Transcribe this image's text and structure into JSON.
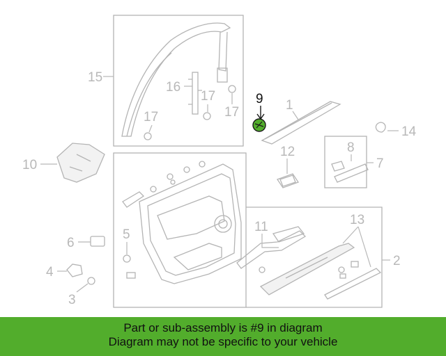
{
  "diagram": {
    "highlight_color": "#52ad2c",
    "callouts": {
      "c1": "1",
      "c2": "2",
      "c3": "3",
      "c4": "4",
      "c5": "5",
      "c6": "6",
      "c7": "7",
      "c8": "8",
      "c9": "9",
      "c10": "10",
      "c11": "11",
      "c12": "12",
      "c13": "13",
      "c14": "14",
      "c15": "15",
      "c16": "16",
      "c17a": "17",
      "c17b": "17",
      "c17c": "17"
    }
  },
  "banner": {
    "line1": "Part or sub-assembly is #9 in diagram",
    "line2": "Diagram may not be specific to your vehicle",
    "background": "#52ad2c"
  }
}
